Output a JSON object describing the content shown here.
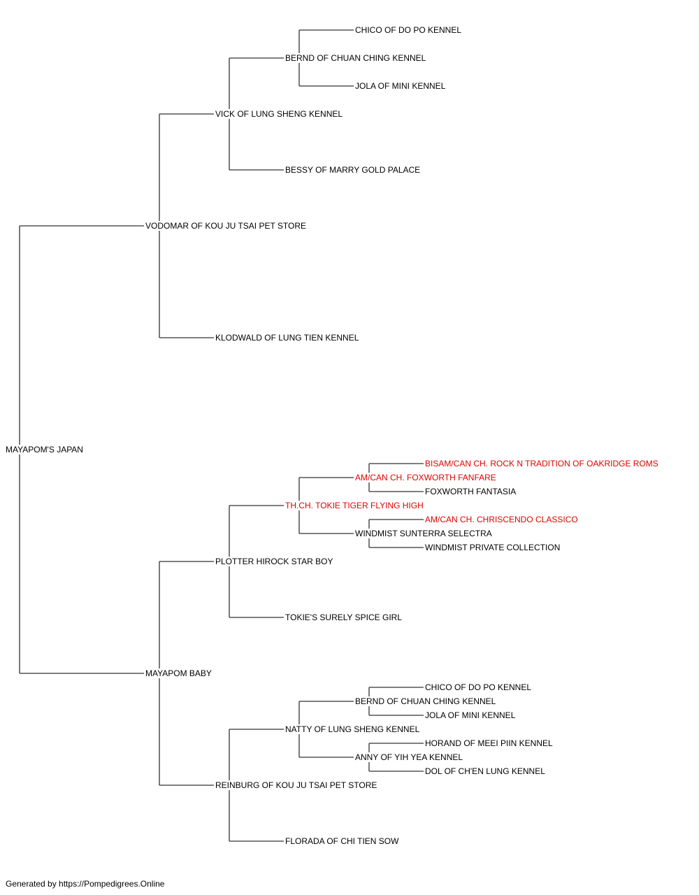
{
  "colors": {
    "line": "#333333",
    "text": "#000000",
    "highlight": "#e00000"
  },
  "pedigree": {
    "name": "MAYAPOM'S JAPAN",
    "sire": {
      "name": "VODOMAR OF KOU JU TSAI PET STORE",
      "sire": {
        "name": "VICK OF LUNG SHENG KENNEL",
        "sire": {
          "name": "BERND OF CHUAN CHING KENNEL",
          "sire": {
            "name": "CHICO OF DO PO KENNEL"
          },
          "dam": {
            "name": "JOLA OF MINI KENNEL"
          }
        },
        "dam": {
          "name": "BESSY OF MARRY GOLD PALACE"
        }
      },
      "dam": {
        "name": "KLODWALD OF LUNG TIEN KENNEL"
      }
    },
    "dam": {
      "name": "MAYAPOM BABY",
      "sire": {
        "name": "PLOTTER HIROCK STAR BOY",
        "sire": {
          "name": "TH.CH. TOKIE TIGER FLYING HIGH",
          "highlight": true,
          "sire": {
            "name": "AM/CAN CH. FOXWORTH FANFARE",
            "highlight": true,
            "sire": {
              "name": "BISAM/CAN CH. ROCK N TRADITION OF OAKRIDGE ROMS",
              "highlight": true
            },
            "dam": {
              "name": "FOXWORTH FANTASIA"
            }
          },
          "dam": {
            "name": "WINDMIST SUNTERRA SELECTRA",
            "sire": {
              "name": "AM/CAN CH. CHRISCENDO CLASSICO",
              "highlight": true
            },
            "dam": {
              "name": "WINDMIST PRIVATE COLLECTION"
            }
          }
        },
        "dam": {
          "name": "TOKIE'S SURELY SPICE GIRL"
        }
      },
      "dam": {
        "name": "REINBURG OF KOU JU TSAI PET STORE",
        "sire": {
          "name": "NATTY OF LUNG SHENG KENNEL",
          "sire": {
            "name": "BERND OF CHUAN CHING KENNEL",
            "sire": {
              "name": "CHICO OF DO PO KENNEL"
            },
            "dam": {
              "name": "JOLA OF MINI KENNEL"
            }
          },
          "dam": {
            "name": "ANNY OF YIH YEA KENNEL",
            "sire": {
              "name": "HORAND OF MEEI PIIN KENNEL"
            },
            "dam": {
              "name": "DOL OF CH'EN LUNG KENNEL"
            }
          }
        },
        "dam": {
          "name": "FLORADA OF CHI TIEN SOW"
        }
      }
    }
  },
  "footer": {
    "text": "Generated by https://Pompedigrees.Online"
  }
}
